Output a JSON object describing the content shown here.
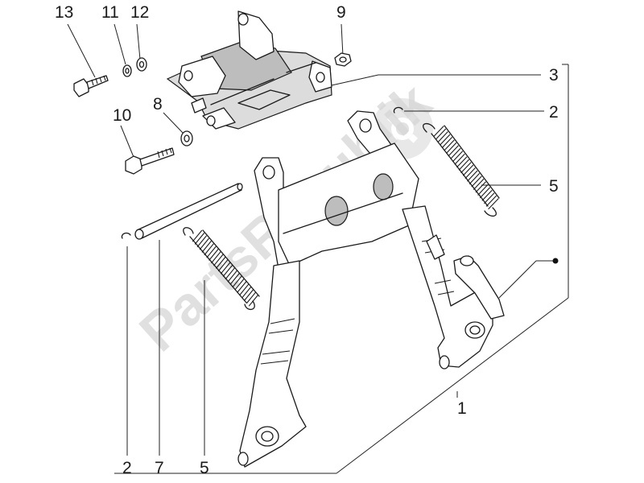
{
  "watermark": {
    "text": "PartsRepublik"
  },
  "callouts": {
    "c13": "13",
    "c11": "11",
    "c12": "12",
    "c9": "9",
    "c10": "10",
    "c8": "8",
    "c3": "3",
    "c2_right": "2",
    "c5_right": "5",
    "c1": "1",
    "c2_bottom": "2",
    "c7": "7",
    "c5_bottom": "5"
  }
}
